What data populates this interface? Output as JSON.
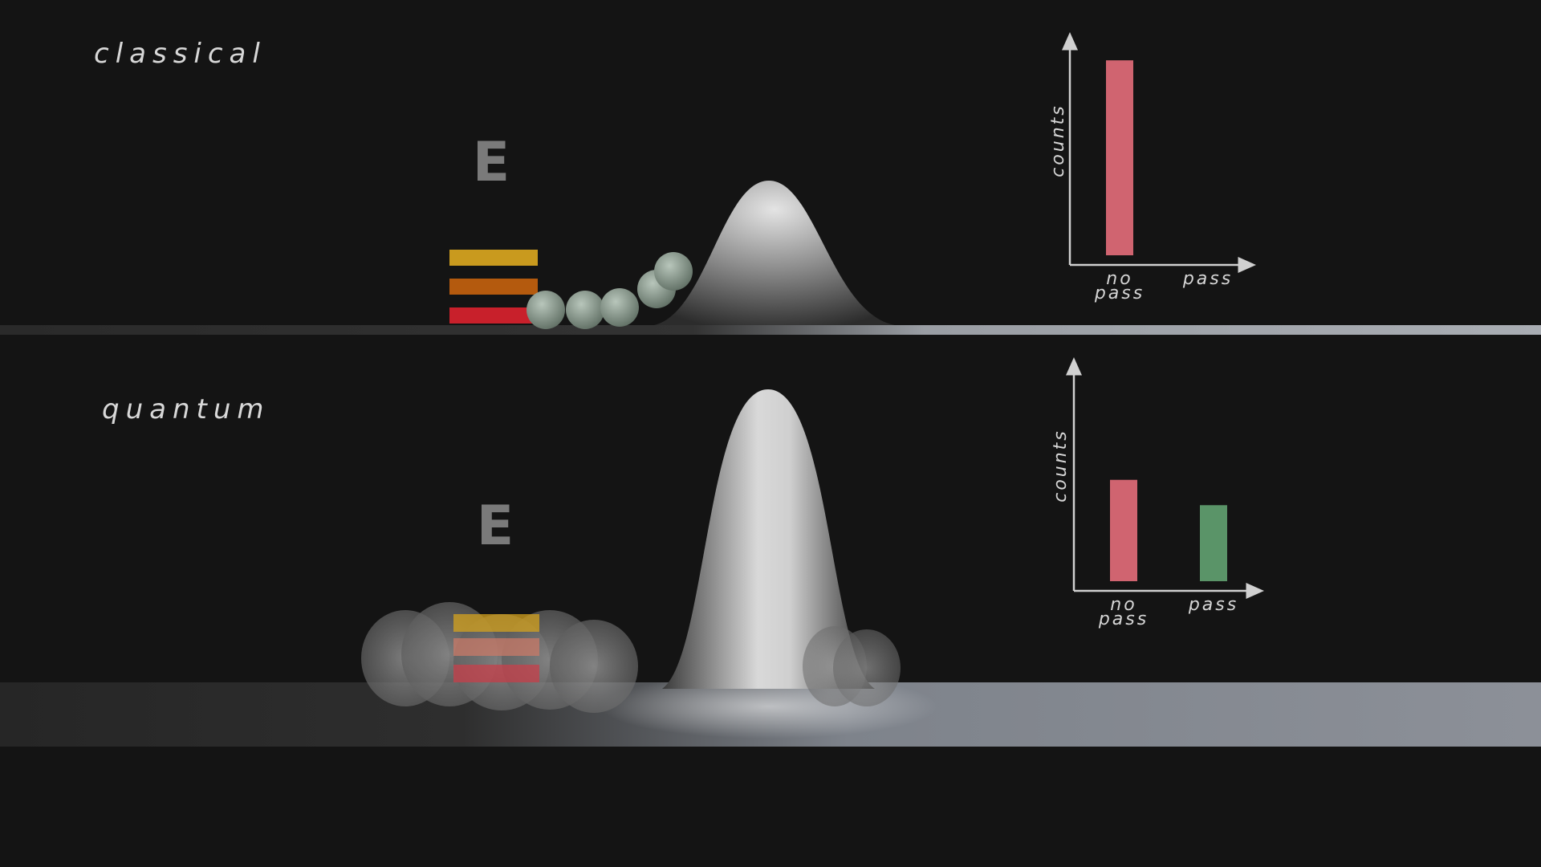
{
  "panels": {
    "classical": {
      "label": "classical",
      "energy_label": "E"
    },
    "quantum": {
      "label": "quantum",
      "energy_label": "E"
    }
  },
  "colors": {
    "background": "#141414",
    "level_low": "#c8202b",
    "level_mid": "#b45a0e",
    "level_high": "#c99a1e",
    "bar_no_pass": "#d06470",
    "bar_pass": "#5a9468",
    "ball": "#9aab9f"
  },
  "chart_data": [
    {
      "type": "bar",
      "panel": "classical",
      "categories": [
        "no\npass",
        "pass"
      ],
      "values": [
        1.0,
        0.0
      ],
      "xlabel": "",
      "ylabel": "counts",
      "ylim": [
        0,
        1.05
      ],
      "grid": false
    },
    {
      "type": "bar",
      "panel": "quantum",
      "categories": [
        "no\npass",
        "pass"
      ],
      "values": [
        0.52,
        0.39
      ],
      "xlabel": "",
      "ylabel": "counts",
      "ylim": [
        0,
        1.05
      ],
      "grid": false
    }
  ]
}
